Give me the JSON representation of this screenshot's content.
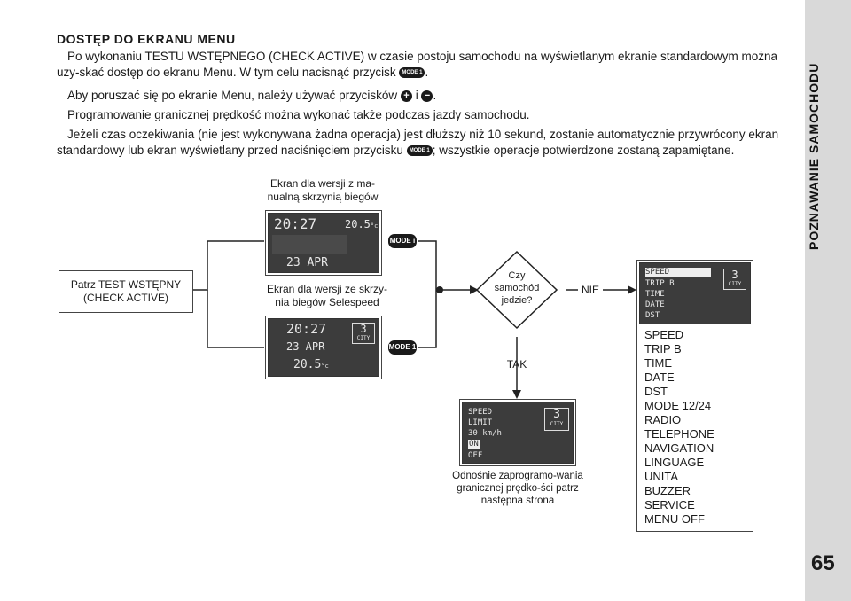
{
  "side_title": "POZNAWANIE SAMOCHODU",
  "page_number": "65",
  "title": "DOSTĘP DO EKRANU MENU",
  "p1_a": "Po wykonaniu TESTU WSTĘPNEGO (CHECK ACTIVE) w czasie postoju samochodu na wyświetlanym ekranie standardowym można uzy-skać dostęp do ekranu Menu. W tym celu nacisnąć przycisk",
  "p1_b": ".",
  "p2_a": "Aby poruszać się po ekranie Menu, należy używać przycisków",
  "p2_and": "i",
  "p2_b": ".",
  "p3": "Programowanie granicznej prędkość można wykonać także podczas jazdy samochodu.",
  "p4_a": "Jeżeli czas oczekiwania (nie jest wykonywana żadna operacja) jest dłuższy niż 10 sekund, zostanie automatycznie przywrócony ekran standardowy lub ekran wyświetlany przed naciśnięciem przycisku",
  "p4_b": "; wszystkie operacje potwierdzone zostaną zapamiętane.",
  "mode_icon": "MODE 1",
  "plus_icon": "+",
  "minus_icon": "−",
  "diagram": {
    "start_box": "Patrz TEST WSTĘPNY (CHECK ACTIVE)",
    "label_manual": "Ekran dla wersji z ma-nualną skrzynią biegów",
    "label_selespeed": "Ekran dla wersji ze skrzy-nia biegów Selespeed",
    "lcd1": {
      "time": "20:27",
      "temp": "20.5",
      "temp_unit": "°c",
      "date": "23 APR"
    },
    "lcd2": {
      "time": "20:27",
      "gear": "3",
      "gear_sub": "CITY",
      "date": "23 APR",
      "temp": "20.5",
      "temp_unit": "°c"
    },
    "mode_btn_1": "MODE i",
    "mode_btn_2": "MODE 1",
    "decision": "Czy samochód jedzie?",
    "no": "NIE",
    "yes": "TAK",
    "menu_lcd_items": [
      "SPEED",
      "TRIP B",
      "TIME",
      "DATE",
      "DST"
    ],
    "menu_lcd_gear": "3",
    "menu_lcd_gear_sub": "CITY",
    "menu_list": [
      "SPEED",
      "TRIP B",
      "TIME",
      "DATE",
      "DST",
      "MODE 12/24",
      "RADIO",
      "TELEPHONE",
      "NAVIGATION",
      "LINGUAGE",
      "UNITA",
      "BUZZER",
      "SERVICE",
      "MENU OFF"
    ],
    "speed_lcd": {
      "line1": "SPEED",
      "line2": "LIMIT",
      "line3": "30 km/h",
      "line4": "ON",
      "line5": "OFF",
      "gear": "3",
      "gear_sub": "CITY"
    },
    "speed_caption": "Odnośnie zaprogramo-wania granicznej prędko-ści patrz następna strona"
  }
}
